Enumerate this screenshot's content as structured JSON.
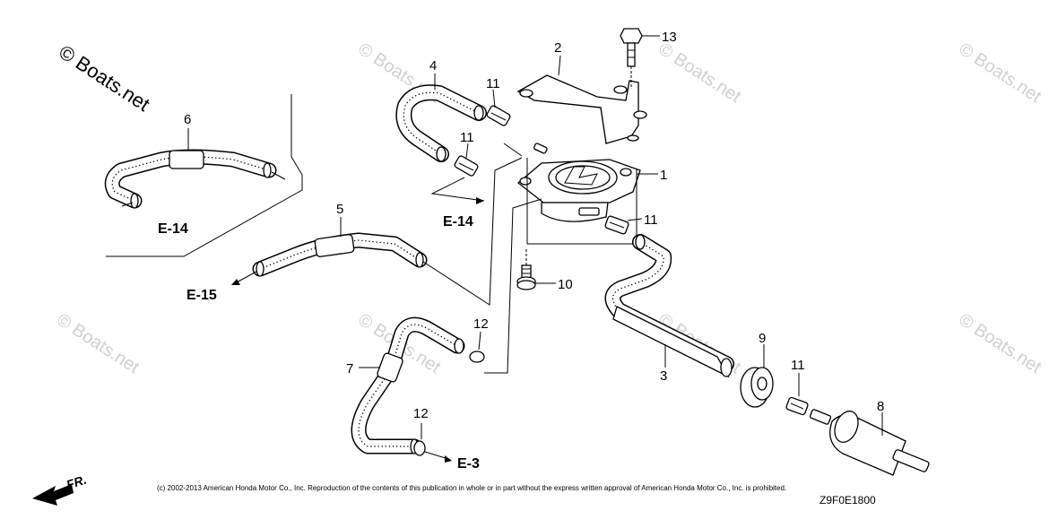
{
  "watermark": {
    "main": "© Boats.net",
    "faint": "© Boats.net"
  },
  "callouts": [
    "1",
    "2",
    "3",
    "4",
    "5",
    "6",
    "7",
    "8",
    "9",
    "10",
    "11",
    "11",
    "11",
    "11",
    "12",
    "12",
    "13"
  ],
  "references": {
    "e14_left": "E-14",
    "e14_mid": "E-14",
    "e15": "E-15",
    "e3": "E-3"
  },
  "front_marker": "FR.",
  "copyright": "(c) 2002-2013 American Honda Motor Co., Inc. Reproduction of the contents of this publication in whole or in part without the express written approval of American Honda Motor Co., Inc. is prohibited.",
  "diagram_code": "Z9F0E1800",
  "colors": {
    "line": "#000000",
    "watermark": "#d0d0d0",
    "background": "#ffffff"
  }
}
